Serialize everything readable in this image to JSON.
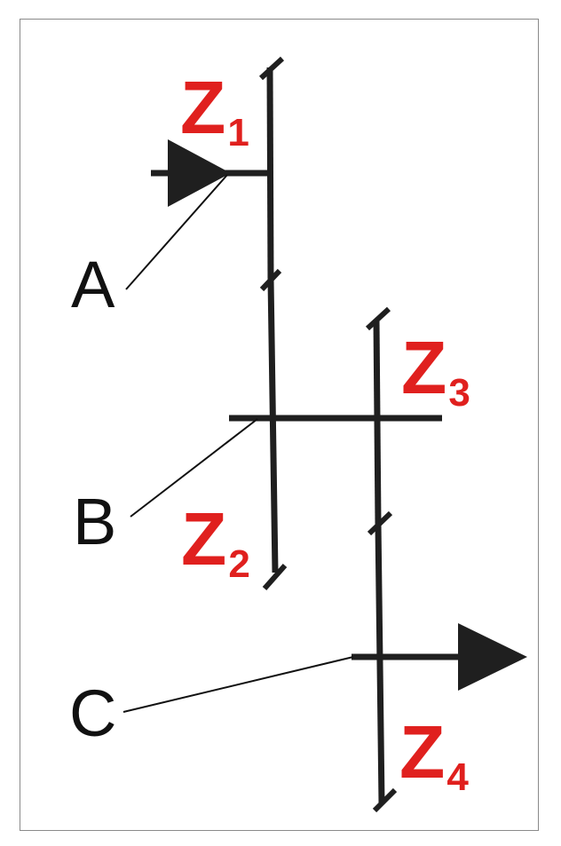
{
  "gears": [
    {
      "id": "z1",
      "letter": "Z",
      "index": "1"
    },
    {
      "id": "z2",
      "letter": "Z",
      "index": "2"
    },
    {
      "id": "z3",
      "letter": "Z",
      "index": "3"
    },
    {
      "id": "z4",
      "letter": "Z",
      "index": "4"
    }
  ],
  "shafts": [
    {
      "id": "a",
      "label": "A"
    },
    {
      "id": "b",
      "label": "B"
    },
    {
      "id": "c",
      "label": "C"
    }
  ],
  "colors": {
    "gear_label": "#e0201e",
    "line": "#1f1f1f",
    "text": "#111111"
  }
}
